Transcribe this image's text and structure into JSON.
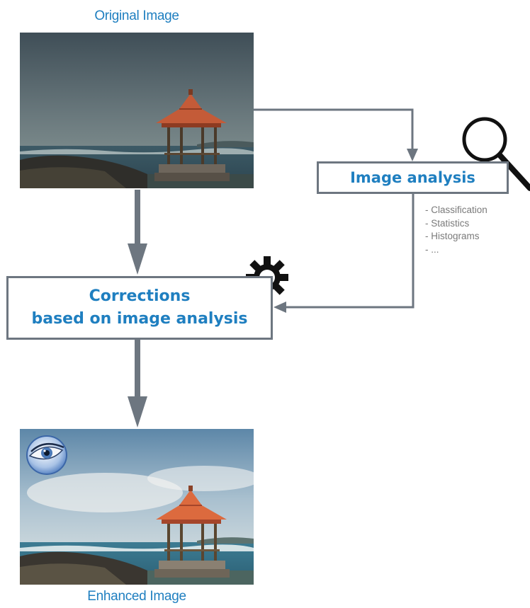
{
  "original": {
    "caption": "Original Image"
  },
  "analysis": {
    "title": "Image analysis",
    "items": [
      "Classification",
      "Statistics",
      "Histograms",
      "..."
    ]
  },
  "corrections": {
    "line1": "Corrections",
    "line2": "based on image analysis"
  },
  "enhanced": {
    "caption": "Enhanced Image"
  },
  "icons": {
    "analysis": "magnifier-icon",
    "corrections": "gear-icon",
    "enhanced": "eye-icon"
  },
  "colors": {
    "accent": "#1f7fc0",
    "arrow": "#6d7680",
    "text_grey": "#7a7a7a"
  }
}
